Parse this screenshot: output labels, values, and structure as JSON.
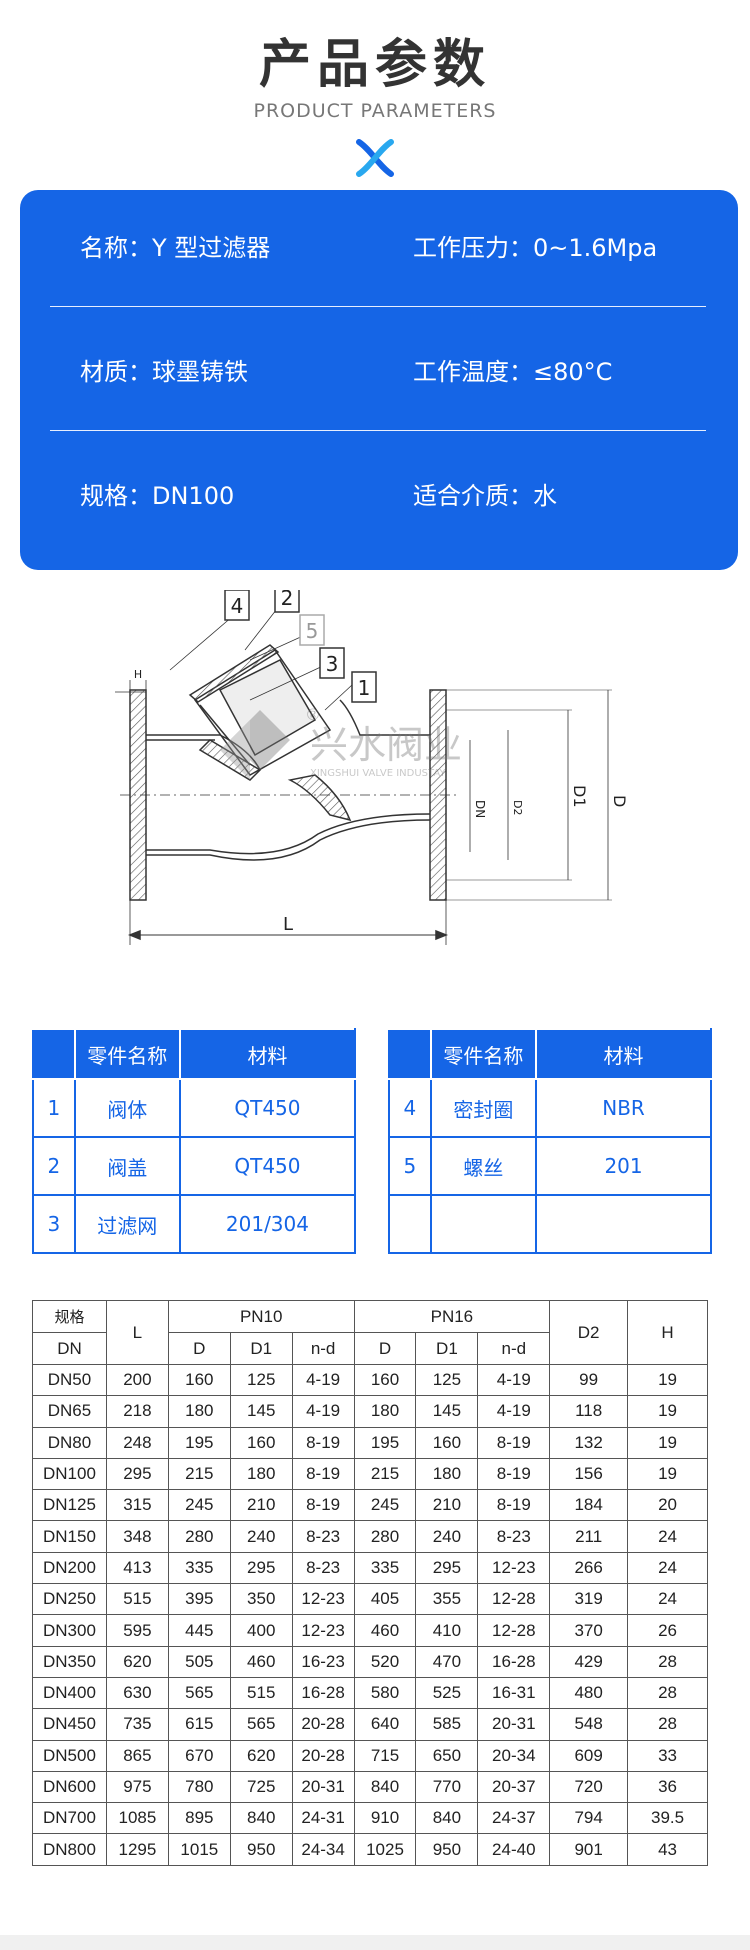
{
  "header": {
    "title": "产品参数",
    "subtitle": "PRODUCT PARAMETERS"
  },
  "params": {
    "rows": [
      [
        {
          "label": "名称：",
          "value": "Y 型过滤器"
        },
        {
          "label": "工作压力：",
          "value": "0~1.6Mpa"
        }
      ],
      [
        {
          "label": "材质：",
          "value": "球墨铸铁"
        },
        {
          "label": "工作温度：",
          "value": "≤80°C"
        }
      ],
      [
        {
          "label": "规格：",
          "value": "DN100"
        },
        {
          "label": "适合介质：",
          "value": "水"
        }
      ]
    ]
  },
  "drawing": {
    "callouts": [
      "4",
      "2",
      "5",
      "3",
      "1"
    ],
    "labels": {
      "H": "H",
      "L": "L",
      "DN": "DN",
      "D2": "D2",
      "D1": "D1",
      "D": "D"
    },
    "watermark_cn": "兴水阀业",
    "watermark_en": "XINGSHUI VALVE INDUSTAY",
    "registered": "®"
  },
  "parts": {
    "headers": [
      "",
      "零件名称",
      "材料"
    ],
    "left": [
      [
        "1",
        "阀体",
        "QT450"
      ],
      [
        "2",
        "阀盖",
        "QT450"
      ],
      [
        "3",
        "过滤网",
        "201/304"
      ]
    ],
    "right": [
      [
        "4",
        "密封圈",
        "NBR"
      ],
      [
        "5",
        "螺丝",
        "201"
      ],
      [
        "",
        "",
        ""
      ]
    ]
  },
  "dimensions": {
    "h_spec": "规格",
    "h_dn": "DN",
    "h_L": "L",
    "h_pn10": "PN10",
    "h_pn16": "PN16",
    "h_D2": "D2",
    "h_H": "H",
    "sub": [
      "D",
      "D1",
      "n-d",
      "D",
      "D1",
      "n-d"
    ],
    "rows": [
      [
        "DN50",
        "200",
        "160",
        "125",
        "4-19",
        "160",
        "125",
        "4-19",
        "99",
        "19"
      ],
      [
        "DN65",
        "218",
        "180",
        "145",
        "4-19",
        "180",
        "145",
        "4-19",
        "118",
        "19"
      ],
      [
        "DN80",
        "248",
        "195",
        "160",
        "8-19",
        "195",
        "160",
        "8-19",
        "132",
        "19"
      ],
      [
        "DN100",
        "295",
        "215",
        "180",
        "8-19",
        "215",
        "180",
        "8-19",
        "156",
        "19"
      ],
      [
        "DN125",
        "315",
        "245",
        "210",
        "8-19",
        "245",
        "210",
        "8-19",
        "184",
        "20"
      ],
      [
        "DN150",
        "348",
        "280",
        "240",
        "8-23",
        "280",
        "240",
        "8-23",
        "211",
        "24"
      ],
      [
        "DN200",
        "413",
        "335",
        "295",
        "8-23",
        "335",
        "295",
        "12-23",
        "266",
        "24"
      ],
      [
        "DN250",
        "515",
        "395",
        "350",
        "12-23",
        "405",
        "355",
        "12-28",
        "319",
        "24"
      ],
      [
        "DN300",
        "595",
        "445",
        "400",
        "12-23",
        "460",
        "410",
        "12-28",
        "370",
        "26"
      ],
      [
        "DN350",
        "620",
        "505",
        "460",
        "16-23",
        "520",
        "470",
        "16-28",
        "429",
        "28"
      ],
      [
        "DN400",
        "630",
        "565",
        "515",
        "16-28",
        "580",
        "525",
        "16-31",
        "480",
        "28"
      ],
      [
        "DN450",
        "735",
        "615",
        "565",
        "20-28",
        "640",
        "585",
        "20-31",
        "548",
        "28"
      ],
      [
        "DN500",
        "865",
        "670",
        "620",
        "20-28",
        "715",
        "650",
        "20-34",
        "609",
        "33"
      ],
      [
        "DN600",
        "975",
        "780",
        "725",
        "20-31",
        "840",
        "770",
        "20-37",
        "720",
        "36"
      ],
      [
        "DN700",
        "1085",
        "895",
        "840",
        "24-31",
        "910",
        "840",
        "24-37",
        "794",
        "39.5"
      ],
      [
        "DN800",
        "1295",
        "1015",
        "950",
        "24-34",
        "1025",
        "950",
        "24-40",
        "901",
        "43"
      ]
    ]
  },
  "colors": {
    "accent": "#1565e6",
    "text": "#333333"
  }
}
